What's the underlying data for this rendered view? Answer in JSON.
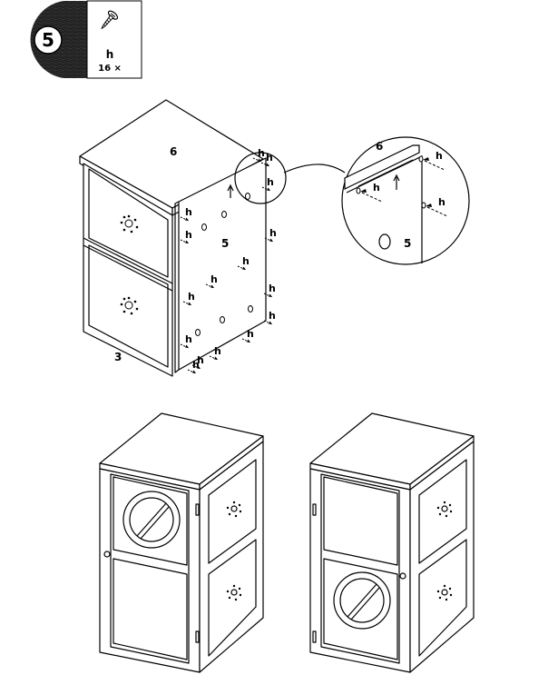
{
  "step": {
    "number": "5"
  },
  "parts_box": {
    "part_letter": "h",
    "quantity": "16 ×",
    "icon": "screw-icon"
  },
  "labels": {
    "top_panel": "6",
    "side_panel": "5",
    "base_panel": "3",
    "screw": "h",
    "detail_top": "6",
    "detail_side": "5"
  },
  "final_views": [
    {
      "name": "porthole-door-top",
      "porthole": "top"
    },
    {
      "name": "porthole-door-bottom",
      "porthole": "bottom"
    }
  ]
}
